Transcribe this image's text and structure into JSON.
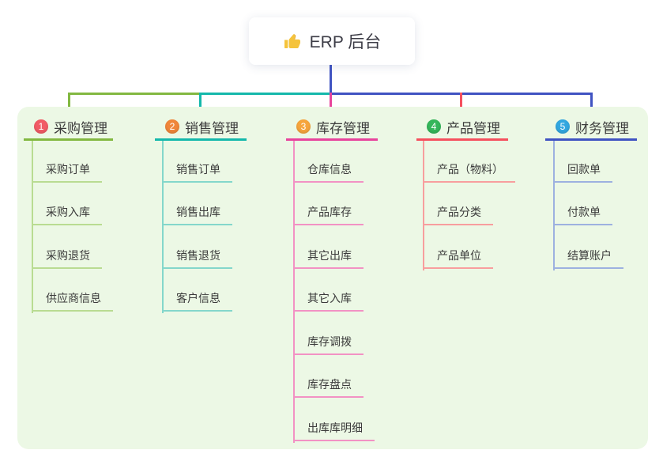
{
  "root": {
    "label": "ERP 后台",
    "icon": "thumbs-up-icon"
  },
  "colors": {
    "root_connector": "#4053c2",
    "panel_bg": "#ecf8e5",
    "canvas_bg": "#ffffff",
    "text": "#3b3b3b",
    "thumb_icon": "#f5c33b"
  },
  "branches": [
    {
      "number": "1",
      "title": "采购管理",
      "badge_color": "#f15b66",
      "line_color": "#82b841",
      "child_line_color": "#b9dc92",
      "children": [
        "采购订单",
        "采购入库",
        "采购退货",
        "供应商信息"
      ]
    },
    {
      "number": "2",
      "title": "销售管理",
      "badge_color": "#f0863a",
      "line_color": "#14b8ab",
      "child_line_color": "#84d7cb",
      "children": [
        "销售订单",
        "销售出库",
        "销售退货",
        "客户信息"
      ]
    },
    {
      "number": "3",
      "title": "库存管理",
      "badge_color": "#f6a53c",
      "line_color": "#e8449c",
      "child_line_color": "#f292c4",
      "children": [
        "仓库信息",
        "产品库存",
        "其它出库",
        "其它入库",
        "库存调拨",
        "库存盘点",
        "出库库明细"
      ]
    },
    {
      "number": "4",
      "title": "产品管理",
      "badge_color": "#34b65a",
      "line_color": "#f5505e",
      "child_line_color": "#f89e9e",
      "children": [
        "产品（物料）",
        "产品分类",
        "产品单位"
      ]
    },
    {
      "number": "5",
      "title": "财务管理",
      "badge_color": "#32a7e0",
      "line_color": "#4053c2",
      "child_line_color": "#9db1e0",
      "children": [
        "回款单",
        "付款单",
        "结算账户"
      ]
    }
  ]
}
